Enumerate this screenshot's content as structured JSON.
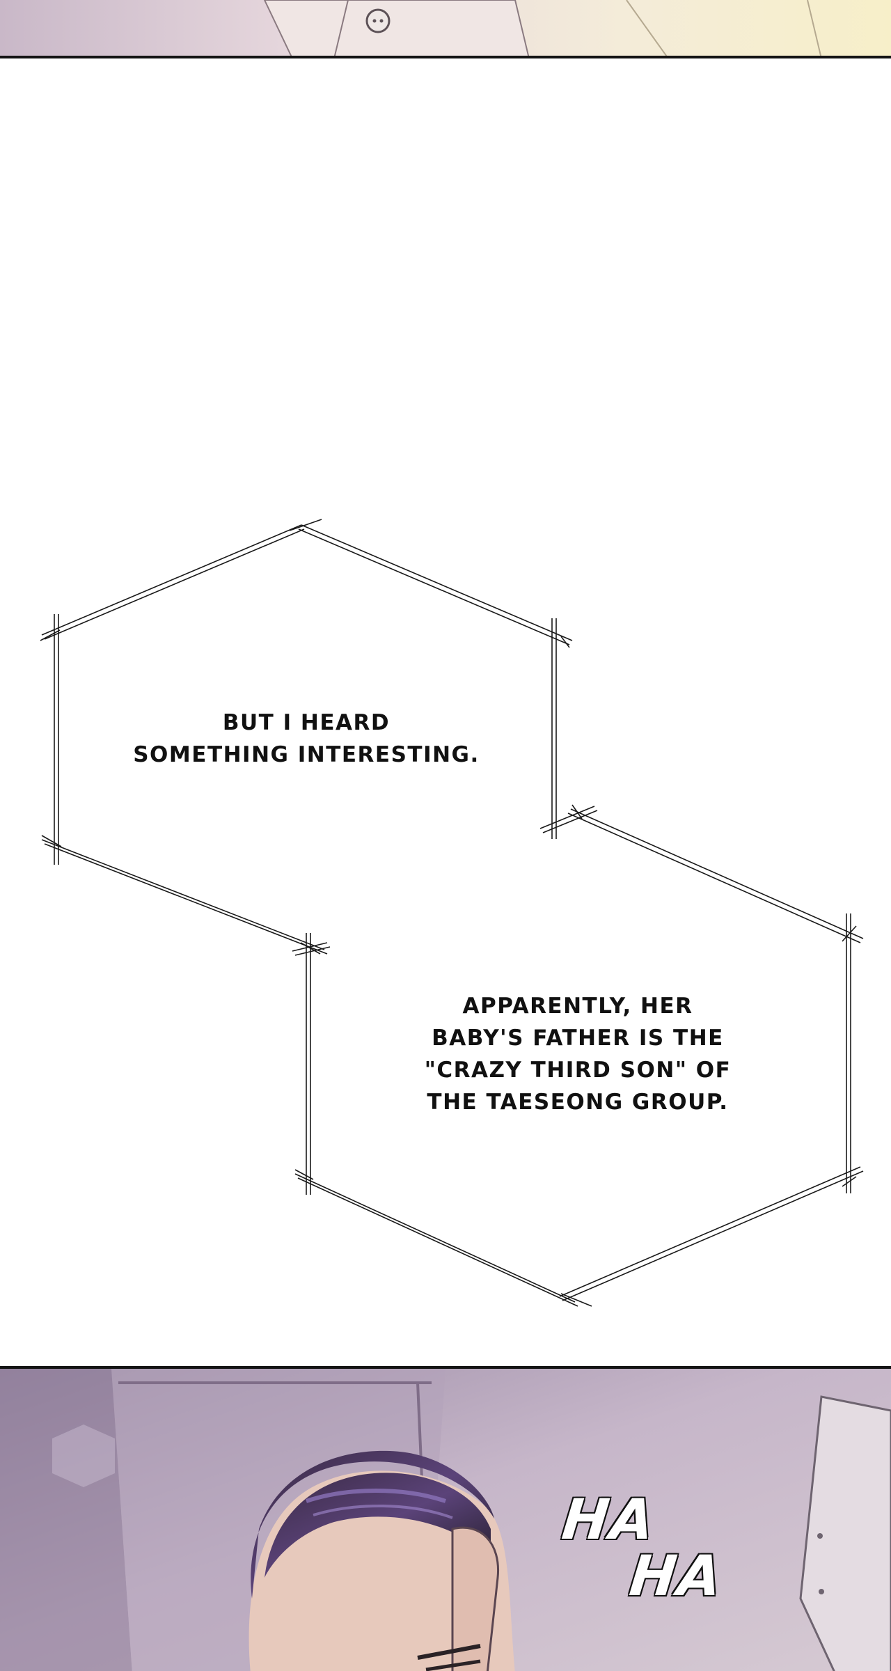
{
  "captions": {
    "first": "BUT I HEARD\nSOMETHING INTERESTING.",
    "second": "APPARENTLY, HER\nBABY'S FATHER IS THE\n\"CRAZY THIRD SON\" OF\nTHE TAESEONG GROUP."
  },
  "sfx": {
    "ha_1": "HA",
    "ha_2": "HA"
  },
  "colors": {
    "panel_border": "#141414",
    "caption_text": "#111111",
    "bubble_outline": "#1a1a1a",
    "top_panel_tint": "#e9dfe6",
    "bottom_panel_tint": "#b9a8c2"
  }
}
